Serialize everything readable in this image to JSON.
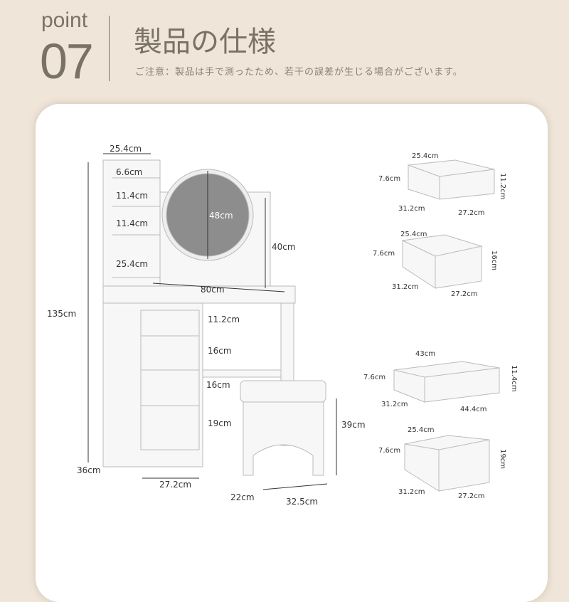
{
  "header": {
    "point_label": "point",
    "point_number": "07",
    "title": "製品の仕様",
    "note": "ご注意：製品は手で測ったため、若干の誤差が生じる場合がございます。"
  },
  "vanity": {
    "shelf_width": "25.4cm",
    "shelf_1": "6.6cm",
    "shelf_2": "11.4cm",
    "shelf_3": "11.4cm",
    "shelf_4": "25.4cm",
    "mirror": "48cm",
    "mirror_stand": "40cm",
    "desk_width": "80cm",
    "total_height": "135cm",
    "top_drawer": "11.2cm",
    "drawer_2": "16cm",
    "drawer_3": "16cm",
    "drawer_4": "19cm",
    "depth": "36cm",
    "cabinet_width": "27.2cm",
    "stool_height": "39cm",
    "stool_depth": "22cm",
    "stool_width": "32.5cm"
  },
  "drawers": [
    {
      "back": "25.4cm",
      "side": "7.6cm",
      "height": "11.2cm",
      "depth": "31.2cm",
      "front": "27.2cm"
    },
    {
      "back": "25.4cm",
      "side": "7.6cm",
      "height": "16cm",
      "depth": "31.2cm",
      "front": "27.2cm"
    },
    {
      "back": "43cm",
      "side": "7.6cm",
      "height": "11.4cm",
      "depth": "31.2cm",
      "front": "44.4cm"
    },
    {
      "back": "25.4cm",
      "side": "7.6cm",
      "height": "19cm",
      "depth": "31.2cm",
      "front": "27.2cm"
    }
  ],
  "colors": {
    "background": "#efe5d8",
    "text": "#7a7264"
  }
}
